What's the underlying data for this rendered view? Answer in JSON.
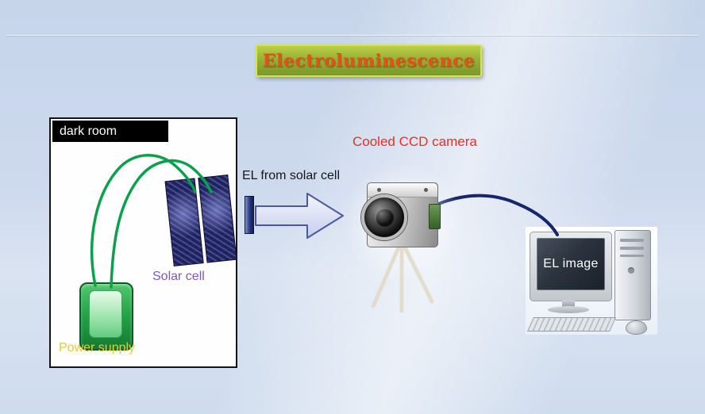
{
  "slide": {
    "title": "Electroluminescence",
    "dark_room": {
      "label": "dark room"
    },
    "solar_cell": {
      "label": "Solar cell"
    },
    "power_supply": {
      "label": "Power supply"
    },
    "arrow": {
      "label": "EL from solar cell"
    },
    "camera": {
      "label": "Cooled CCD camera"
    },
    "computer": {
      "screen_label": "EL image"
    },
    "colors": {
      "title_text": "#e4521c",
      "title_border": "#d8e05a",
      "title_bg_top": "#bccf48",
      "title_bg_bottom": "#7a982c",
      "camera_label": "#ee2c23",
      "solar_cell_label": "#7d58c0",
      "power_supply_label": "#e9c83b",
      "dark_room_text": "#ffffff",
      "screen_text": "#ffffff",
      "wire": "#0aa04c",
      "cable": "#17256b",
      "arrow_stroke": "#4a5aa0",
      "background": "#cdd9ed"
    }
  }
}
